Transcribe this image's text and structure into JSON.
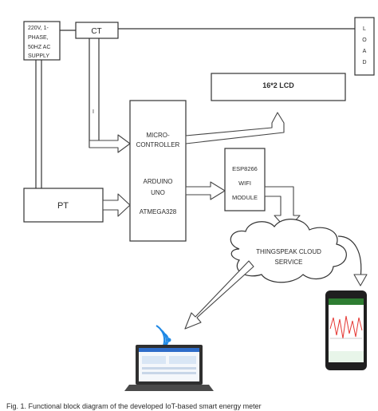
{
  "diagram": {
    "supply": [
      "220V, 1-",
      "PHASE,",
      "50HZ AC",
      "SUPPLY"
    ],
    "ct": "CT",
    "load": [
      "L",
      "O",
      "A",
      "D"
    ],
    "lcd": "16*2 LCD",
    "mcu": [
      "MICRO-",
      "CONTROLLER",
      "ARDUINO",
      "UNO",
      "ATMEGA328"
    ],
    "wifi": [
      "ESP8266",
      "WIFI",
      "MODULE"
    ],
    "pt": "PT",
    "cloud": [
      "THINGSPEAK CLOUD",
      "SERVICE"
    ],
    "ct_wire_mark": "I"
  },
  "caption": "Fig. 1.  Functional block diagram of the developed IoT-based smart energy meter"
}
